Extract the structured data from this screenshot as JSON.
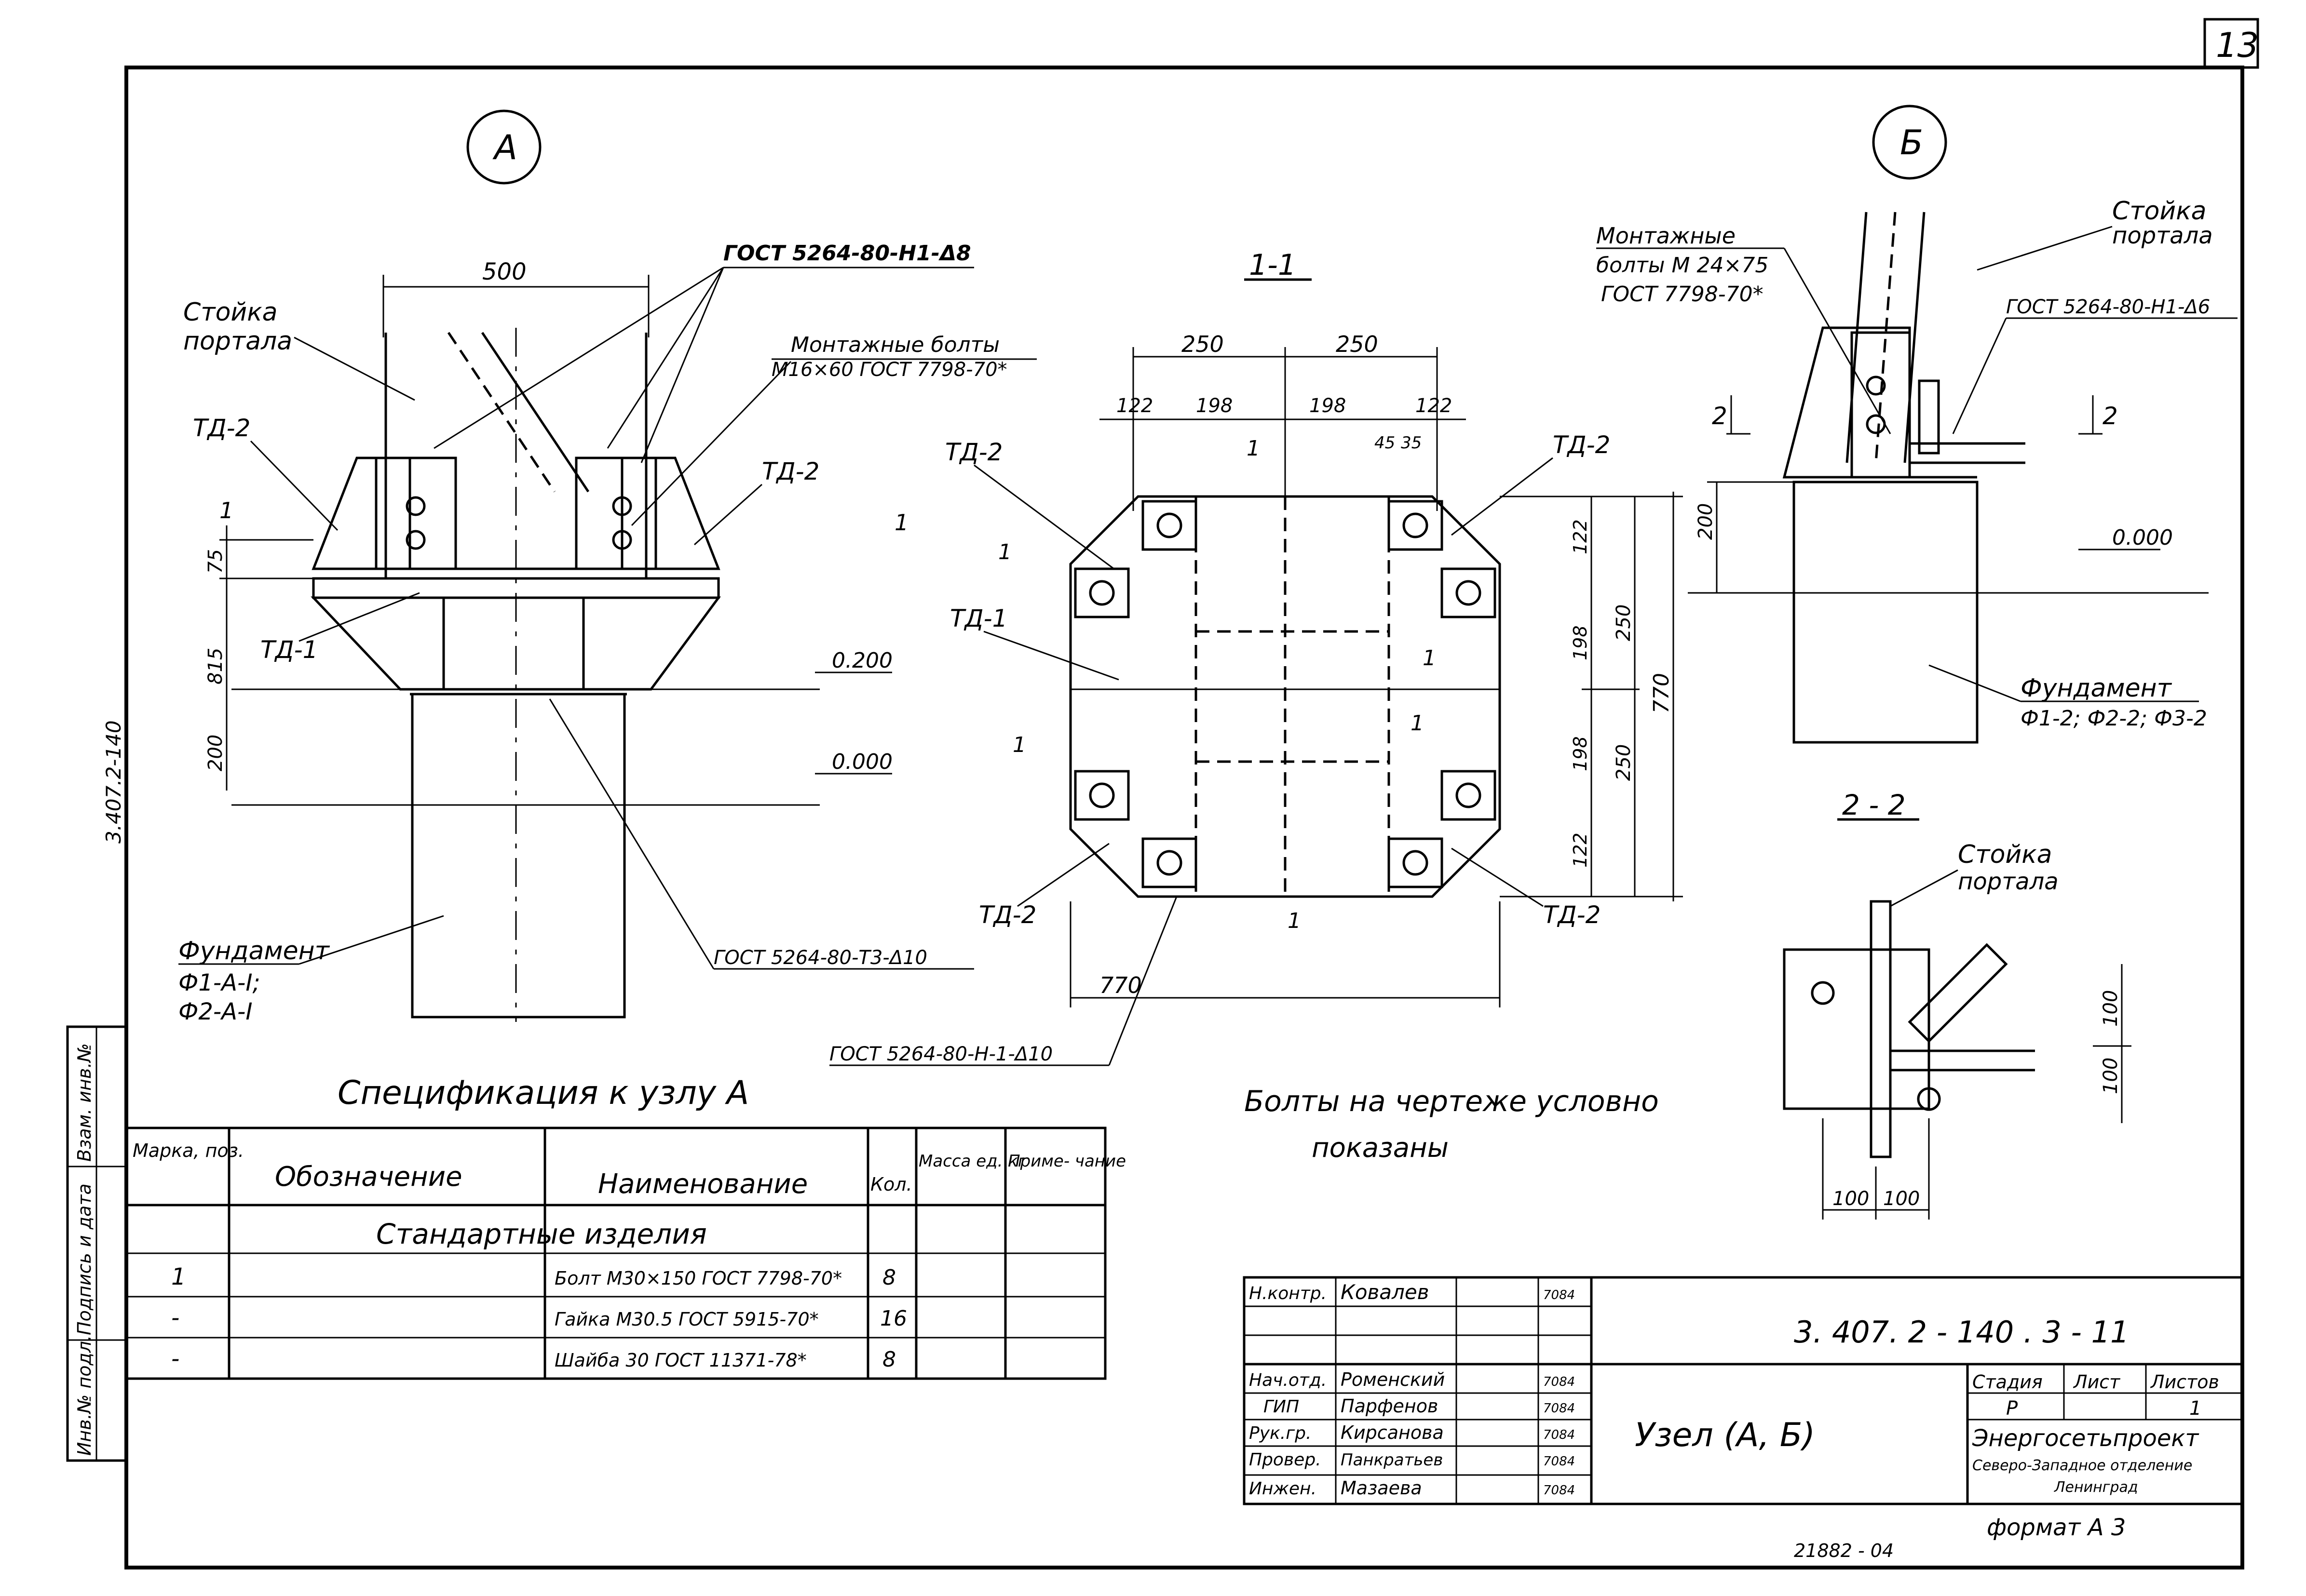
{
  "sheet": {
    "number": "13",
    "format": "формат А 3",
    "code": "21882 - 04",
    "side_code": "3.407.2-140"
  },
  "side_stamp": [
    "Инв.№ подл.",
    "Подпись и дата",
    "Взам. инв.№"
  ],
  "node_a": {
    "marker": "А",
    "width_dim": "500",
    "dim_75": "75",
    "dim_815": "815",
    "dim_200": "200",
    "label_column": "Стойка",
    "label_column2": "портала",
    "label_td2_left": "ТД-2",
    "label_td2_right": "ТД-2",
    "label_td1": "ТД-1",
    "section_mark": "1",
    "gost_top": "ГОСТ 5264-80-Н1-Δ8",
    "bolts_label": "Монтажные болты",
    "bolts_spec": "М16×60 ГОСТ 7798-70*",
    "level_0200": "0.200",
    "level_0000": "0.000",
    "foundation": "Фундамент",
    "foundation_types": "Ф1-А-I;",
    "foundation_types2": "Ф2-А-I",
    "gost_bottom": "ГОСТ 5264-80-Т3-Δ10"
  },
  "section_1_1": {
    "title": "1-1",
    "dims_top": [
      "250",
      "250"
    ],
    "dims_second": [
      "122",
      "198",
      "198",
      "45",
      "35",
      "122"
    ],
    "dims_right": [
      "122",
      "198",
      "198",
      "122"
    ],
    "dims_right_outer": [
      "250",
      "250"
    ],
    "total": "770",
    "total_bottom": "770",
    "labels": [
      "ТД-2",
      "ТД-2",
      "ТД-1",
      "ТД-2",
      "ТД-2"
    ],
    "pos": "1",
    "gost_bottom": "ГОСТ 5264-80-Н-1-Δ10"
  },
  "node_b": {
    "marker": "Б",
    "bolts_label": "Монтажные",
    "bolts_spec": "болты М 24×75",
    "bolts_gost": "ГОСТ 7798-70*",
    "column": "Стойка",
    "column2": "портала",
    "gost": "ГОСТ 5264-80-Н1-Δ6",
    "section_mark": "2",
    "dim_200": "200",
    "level": "0.000",
    "foundation": "Фундамент",
    "foundation_types": "Ф1-2; Ф2-2; Ф3-2"
  },
  "section_2_2": {
    "title": "2 - 2",
    "column": "Стойка",
    "column2": "портала",
    "dims_v": [
      "100",
      "100"
    ],
    "dims_h": [
      "100",
      "100"
    ]
  },
  "note": {
    "line1": "Болты на чертеже условно",
    "line2": "показаны"
  },
  "spec": {
    "title": "Спецификация к узлу А",
    "headers": {
      "mark": "Марка, поз.",
      "designation": "Обозначение",
      "name": "Наименование",
      "qty": "Кол.",
      "mass": "Масса ед. кг",
      "note": "Приме- чание"
    },
    "section_row": "Стандартные изделия",
    "rows": [
      {
        "mark": "1",
        "name": "Болт М30×150 ГОСТ 7798-70*",
        "qty": "8"
      },
      {
        "mark": "-",
        "name": "Гайка М30.5 ГОСТ 5915-70*",
        "qty": "16"
      },
      {
        "mark": "-",
        "name": "Шайба 30 ГОСТ 11371-78*",
        "qty": "8"
      }
    ]
  },
  "title_block": {
    "doc_code": "3. 407. 2 - 140 . 3 - 11",
    "title": "Узел (А, Б)",
    "company": "Энергосетьпроект",
    "company_dept": "Северо-Западное отделение",
    "company_city": "Ленинград",
    "stage_header": "Стадия",
    "sheet_header": "Лист",
    "sheets_header": "Листов",
    "stage": "Р",
    "sheets": "1",
    "people": [
      {
        "role": "Н.контр.",
        "name": "Ковалев",
        "date": "7084"
      },
      {
        "role": "",
        "name": "",
        "date": ""
      },
      {
        "role": "Нач.отд.",
        "name": "Роменский",
        "date": "7084"
      },
      {
        "role": "ГИП",
        "name": "Парфенов",
        "date": "7084"
      },
      {
        "role": "Рук.гр.",
        "name": "Кирсанова",
        "date": "7084"
      },
      {
        "role": "Провер.",
        "name": "Панкратьев",
        "date": "7084"
      },
      {
        "role": "Инжен.",
        "name": "Мазаева",
        "date": "7084"
      }
    ]
  }
}
